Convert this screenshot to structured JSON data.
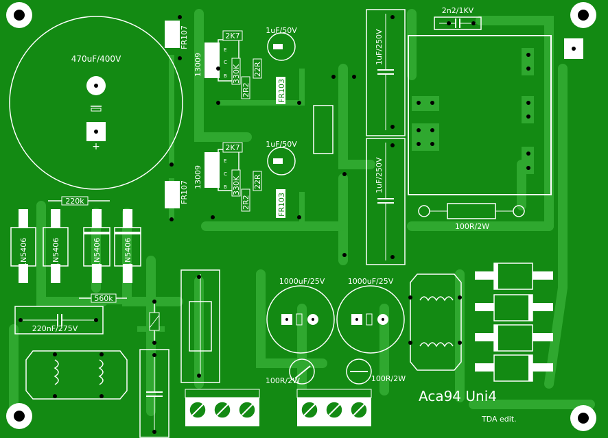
{
  "board": {
    "title": "Aca94 Uni4",
    "edit_note": "TDA edit.",
    "colors": {
      "board": "#138a13",
      "trace": "#2fa82f",
      "silk": "#ffffff",
      "pad_center": "#000000"
    }
  },
  "labels": {
    "main_cap": "470uF/400V",
    "r220k": "220k",
    "r560k": "560k",
    "c220nf": "220nF/275V",
    "d1": "1N5406",
    "d2": "1N5406",
    "d3": "1N5406",
    "d4": "1N5406",
    "top": {
      "fr": "FR107",
      "transistor": "13009",
      "r2k7": "2K7",
      "r330k": "330K",
      "r2r2": "2R2",
      "r22r": "22R",
      "frb": "FR103",
      "cap": "1uF/50V",
      "b": "B",
      "c": "C",
      "e": "E"
    },
    "bottom": {
      "fr": "FR107",
      "transistor": "13009",
      "r2k7": "2K7",
      "r330k": "330K",
      "r2r2": "2R2",
      "r22r": "22R",
      "frb": "FR103",
      "cap": "1uF/50V",
      "b": "B",
      "c": "C",
      "e": "E"
    },
    "film_cap_top": "1uF/250V",
    "film_cap_bottom": "1uF/250V",
    "snubber_cap": "2n2/1KV",
    "r100r_2w": "100R/2W",
    "elco1": "1000uF/25V",
    "elco2": "1000uF/25V",
    "r100r_left": "100R/2W",
    "r100r_right": "100R/2W"
  }
}
